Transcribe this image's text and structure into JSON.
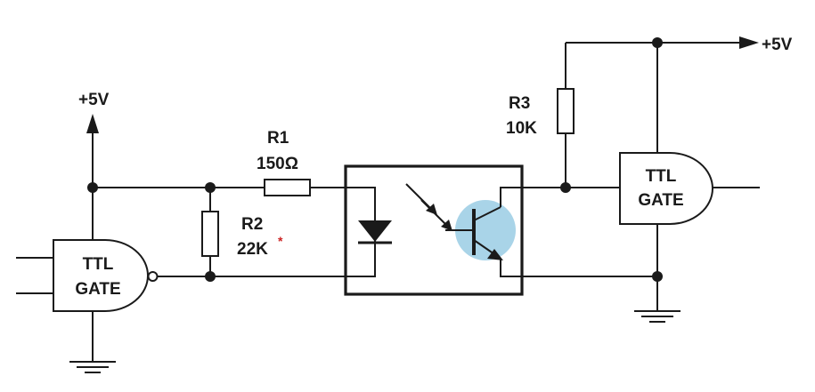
{
  "labels": {
    "vcc_left": "+5V",
    "vcc_right": "+5V",
    "gate_left_line1": "TTL",
    "gate_left_line2": "GATE",
    "gate_right_line1": "TTL",
    "gate_right_line2": "GATE",
    "r1_name": "R1",
    "r1_value": "150Ω",
    "r2_name": "R2",
    "r2_value": "22K",
    "r2_marker": "*",
    "r3_name": "R3",
    "r3_value": "10K"
  },
  "colors": {
    "wire": "#1a1a1a",
    "phototransistor_highlight": "#a9d4e8",
    "marker": "#cc2222"
  }
}
